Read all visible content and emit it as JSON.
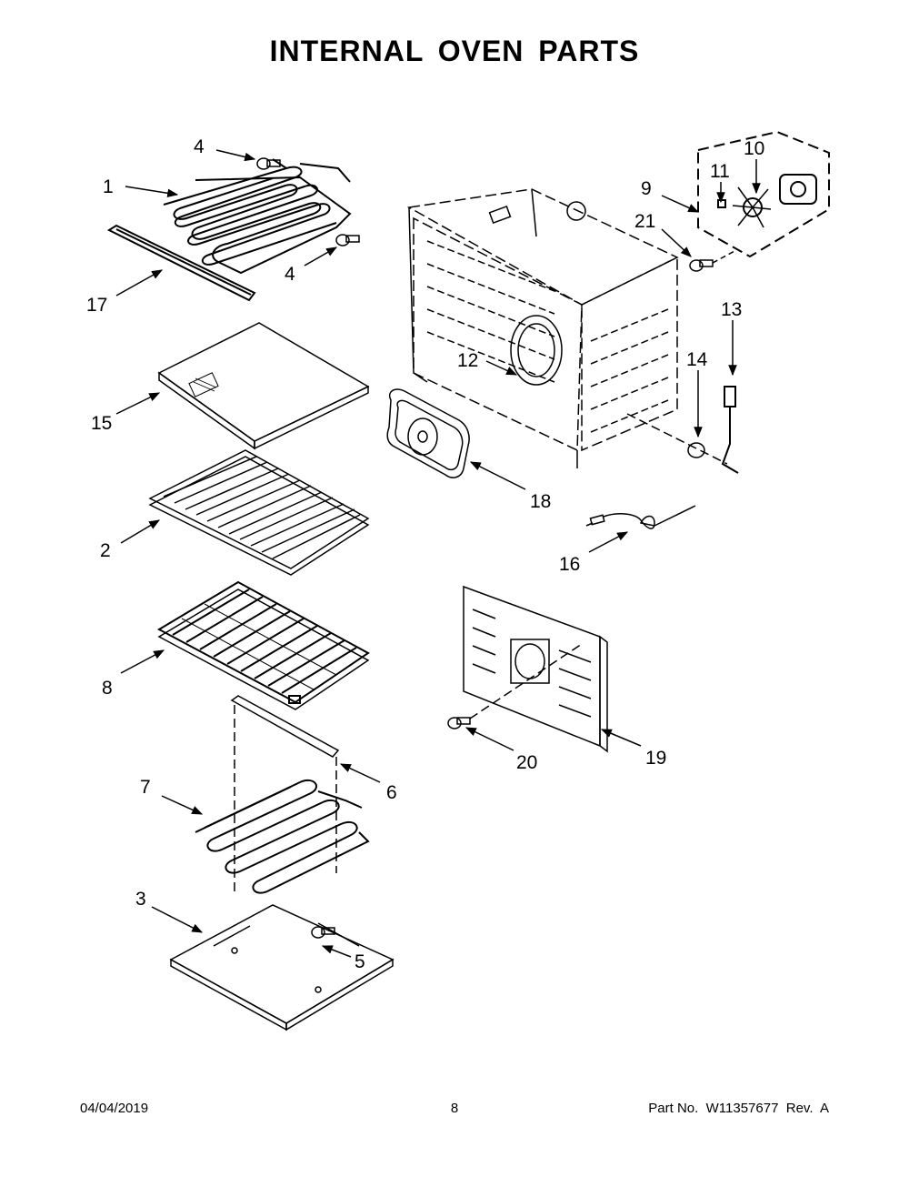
{
  "header": {
    "title": "INTERNAL OVEN PARTS"
  },
  "callouts": [
    "1",
    "2",
    "3",
    "4",
    "4",
    "5",
    "6",
    "7",
    "8",
    "9",
    "10",
    "11",
    "12",
    "13",
    "14",
    "15",
    "16",
    "17",
    "18",
    "19",
    "20",
    "21"
  ],
  "footer": {
    "date": "04/04/2019",
    "page": "8",
    "part_no": "Part No.  W11357677  Rev.  A"
  }
}
